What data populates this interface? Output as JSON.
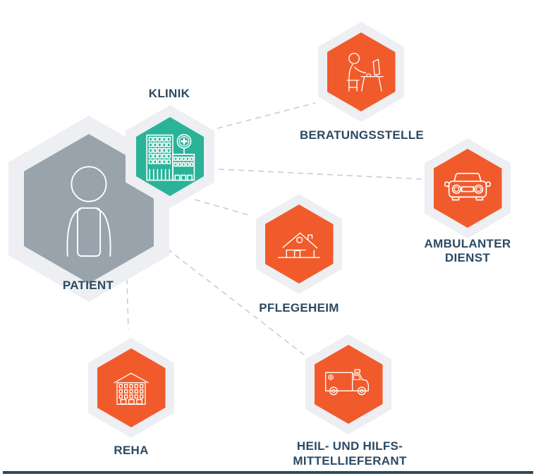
{
  "diagram": {
    "description": "Patient care network diagram",
    "nodes": {
      "patient": {
        "label": "PATIENT",
        "color": "#98A3AC",
        "icon": "person-icon"
      },
      "klinik": {
        "label": "KLINIK",
        "color": "#2AB399",
        "icon": "hospital-icon"
      },
      "beratungsstelle": {
        "label": "BERATUNGSSTELLE",
        "color": "#F15B2B",
        "icon": "consultation-desk-icon"
      },
      "ambulanter_dienst": {
        "label": "AMBULANTER",
        "label2": "DIENST",
        "color": "#F15B2B",
        "icon": "car-icon"
      },
      "pflegeheim": {
        "label": "PFLEGEHEIM",
        "color": "#F15B2B",
        "icon": "house-icon"
      },
      "reha": {
        "label": "REHA",
        "color": "#F15B2B",
        "icon": "building-icon"
      },
      "lieferant": {
        "label": "HEIL- UND HILFS-",
        "label2": "MITTELLIEFERANT",
        "color": "#F15B2B",
        "icon": "delivery-truck-icon"
      }
    },
    "connections": [
      {
        "from": "klinik",
        "to": "beratungsstelle"
      },
      {
        "from": "klinik",
        "to": "ambulanter_dienst"
      },
      {
        "from": "klinik",
        "to": "pflegeheim"
      },
      {
        "from": "patient",
        "to": "reha"
      },
      {
        "from": "patient",
        "to": "lieferant"
      }
    ],
    "colors": {
      "background": "#FFFFFF",
      "halo": "#EDEFF2",
      "dashed_line": "#C8CDD2",
      "label_text": "#2C4A63",
      "footer_bar": "#2C4A5E"
    }
  }
}
